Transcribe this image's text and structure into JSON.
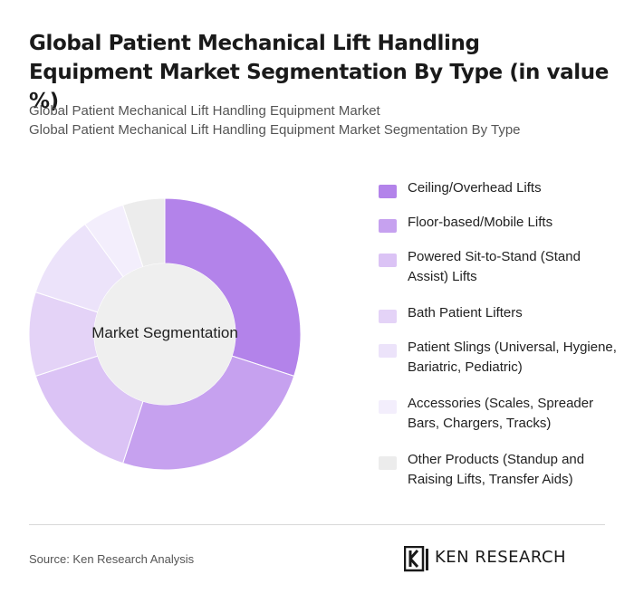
{
  "title": "Global Patient Mechanical Lift Handling Equipment Market Segmentation By Type (in value %)",
  "subtitle_line1": "Global Patient Mechanical Lift Handling Equipment Market",
  "subtitle_line2": "Global Patient Mechanical Lift Handling Equipment Market Segmentation By Type",
  "center_label": "Market Segmentation",
  "source": "Source: Ken Research Analysis",
  "logo_text": "KEN RESEARCH",
  "chart_data": {
    "type": "pie",
    "donut": true,
    "center_label": "Market Segmentation",
    "legend_position": "right",
    "categories": [
      "Ceiling/Overhead Lifts",
      "Floor-based/Mobile Lifts",
      "Powered Sit-to-Stand (Stand Assist) Lifts",
      "Bath Patient Lifters",
      "Patient Slings (Universal, Hygiene, Bariatric, Pediatric)",
      "Accessories (Scales, Spreader Bars, Chargers, Tracks)",
      "Other Products (Standup and Raising Lifts, Transfer Aids)"
    ],
    "values": [
      30,
      25,
      15,
      10,
      10,
      5,
      5
    ],
    "colors": [
      "#b383ea",
      "#c6a1ef",
      "#dbc3f5",
      "#e4d3f7",
      "#ece3fa",
      "#f3eefc",
      "#ececec"
    ]
  }
}
